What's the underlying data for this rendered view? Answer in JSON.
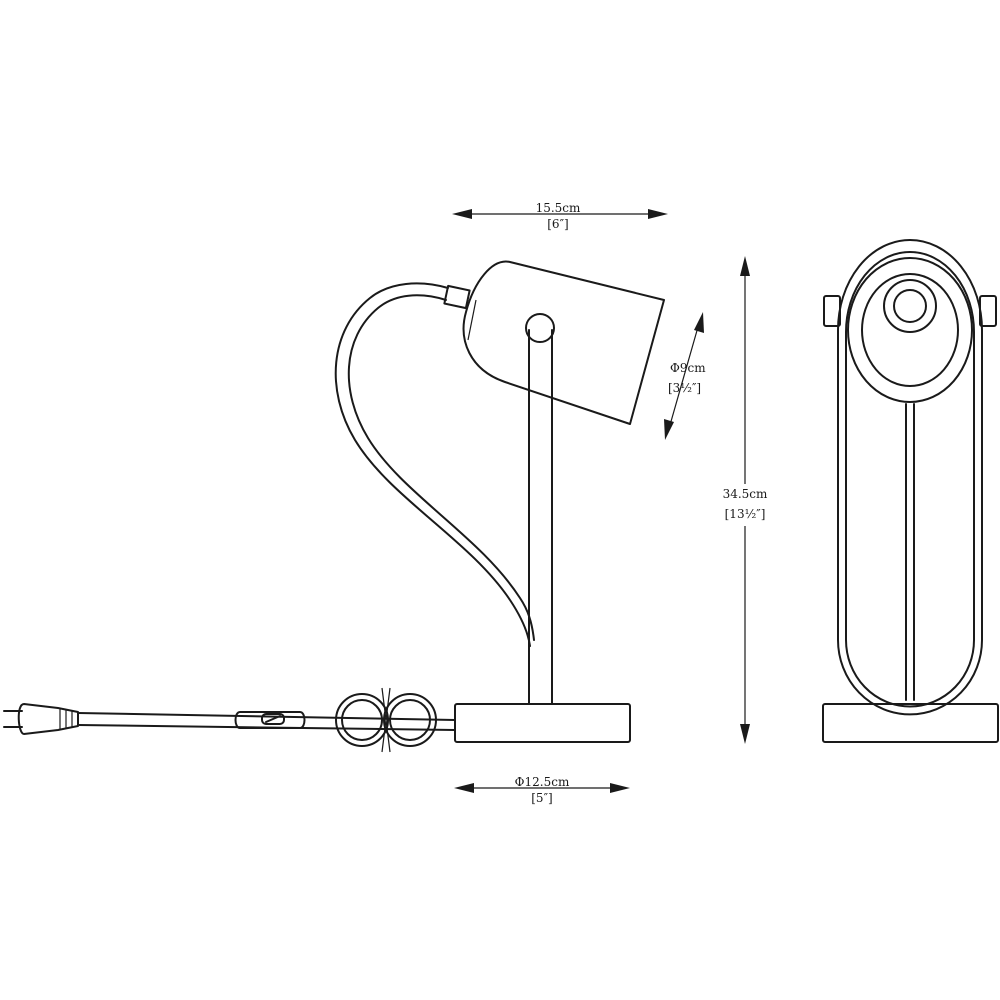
{
  "dimensions": {
    "head_width": {
      "metric": "15.5cm",
      "imperial": "[6″]"
    },
    "shade_diameter": {
      "metric": "Φ9cm",
      "imperial": "[3½″]"
    },
    "height": {
      "metric": "34.5cm",
      "imperial": "[13½″]"
    },
    "base_diameter": {
      "metric": "Φ12.5cm",
      "imperial": "[5″]"
    }
  }
}
